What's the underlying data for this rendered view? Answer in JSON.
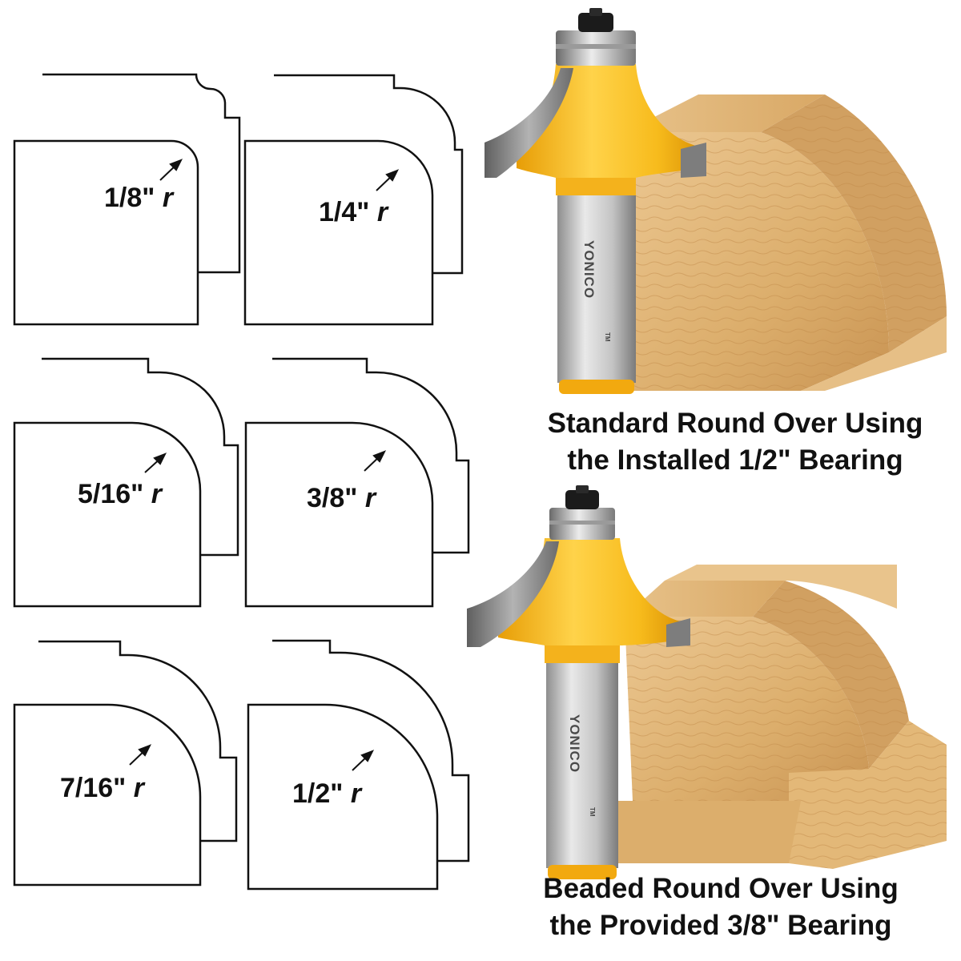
{
  "profiles": [
    {
      "size": "1/8\"",
      "unit": "r"
    },
    {
      "size": "1/4\"",
      "unit": "r"
    },
    {
      "size": "5/16\"",
      "unit": "r"
    },
    {
      "size": "3/8\"",
      "unit": "r"
    },
    {
      "size": "7/16\"",
      "unit": "r"
    },
    {
      "size": "1/2\"",
      "unit": "r"
    }
  ],
  "brand": "YONICO",
  "trademark": "TM",
  "captions": {
    "standard": {
      "line1": "Standard Round Over Using",
      "line2": "the Installed 1/2\" Bearing"
    },
    "beaded": {
      "line1": "Beaded Round Over Using",
      "line2": "the Provided 3/8\" Bearing"
    }
  },
  "colors": {
    "cutter_body": "#f5b41a",
    "shank": "#b9b9b9",
    "wood": "#e2b97c",
    "outline": "#111111"
  }
}
